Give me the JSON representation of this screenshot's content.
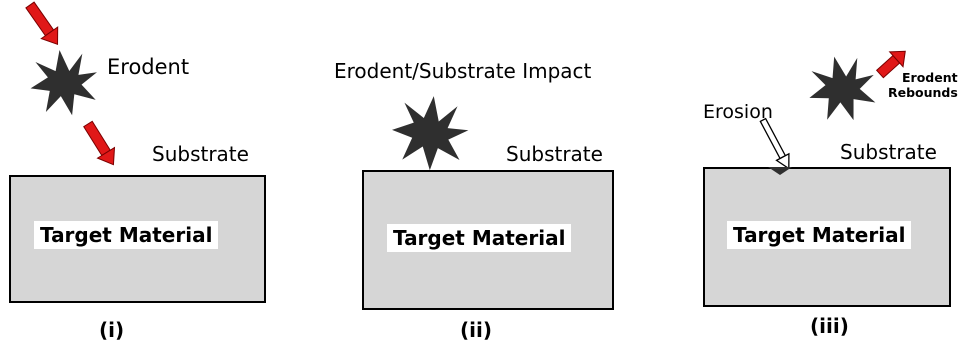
{
  "panels": [
    {
      "caption": "(i)",
      "erodent_label": "Erodent",
      "substrate_label": "Substrate",
      "material_label": "Target Material"
    },
    {
      "caption": "(ii)",
      "impact_label": "Erodent/Substrate Impact",
      "substrate_label": "Substrate",
      "material_label": "Target Material"
    },
    {
      "caption": "(iii)",
      "erosion_label": "Erosion",
      "rebound_line1": "Erodent",
      "rebound_line2": "Rebounds",
      "substrate_label": "Substrate",
      "material_label": "Target Material"
    }
  ],
  "colors": {
    "particle": "#2f2f2f",
    "arrow": "#e01818",
    "block": "#d6d6d6"
  }
}
